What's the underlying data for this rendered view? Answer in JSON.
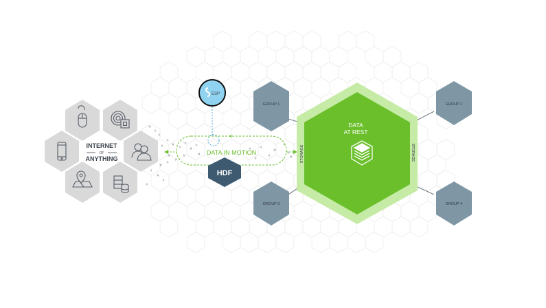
{
  "diagram": {
    "internet_of_anything": {
      "title_line1": "INTERNET",
      "title_line2": "OF",
      "title_line3": "ANYTHING",
      "devices": [
        {
          "icon": "mouse-icon"
        },
        {
          "icon": "sensor-signal-icon"
        },
        {
          "icon": "smartphone-icon"
        },
        {
          "icon": "users-icon"
        },
        {
          "icon": "map-pin-icon"
        },
        {
          "icon": "server-database-icon"
        }
      ]
    },
    "esp": {
      "label": "ESP",
      "icon": "sas-logo-icon"
    },
    "data_in_motion": {
      "label": "DATA IN MOTION"
    },
    "hdf": {
      "label": "HDF"
    },
    "data_at_rest": {
      "line1": "DATA",
      "line2": "AT REST",
      "icon": "layers-stack-icon"
    },
    "storage_left": {
      "label": "STORAGE"
    },
    "storage_right": {
      "label": "STORAGE"
    },
    "groups": [
      {
        "label": "GROUP 1"
      },
      {
        "label": "GROUP 2"
      },
      {
        "label": "GROUP 3"
      },
      {
        "label": "GROUP 4"
      }
    ],
    "colors": {
      "green_dark": "#6abf2b",
      "green_light": "#c6eba6",
      "group_gray": "#7f97a5",
      "hdf_navy": "#3e5a70",
      "device_gray": "#d9d9d9",
      "esp_blue": "#8fd3f0",
      "flow_green": "#6abf2b",
      "text_dark": "#3d4650"
    }
  }
}
